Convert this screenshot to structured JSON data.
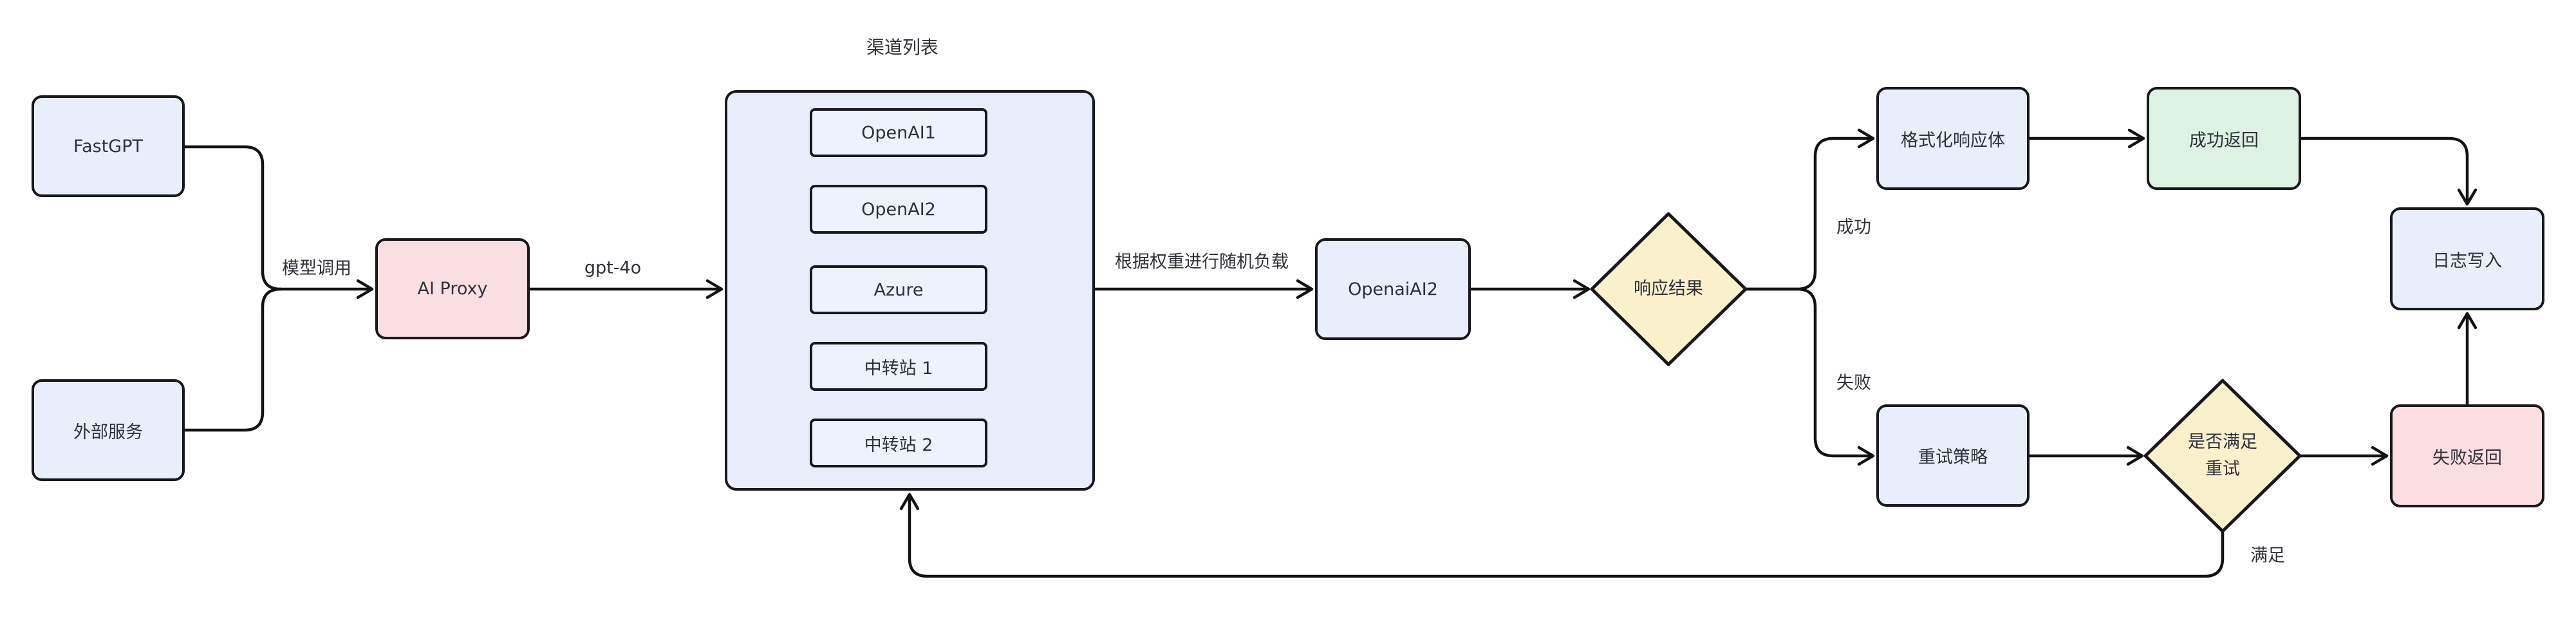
{
  "diagram": {
    "container": {
      "title": "渠道列表"
    },
    "nodes": {
      "fastgpt": {
        "label": "FastGPT"
      },
      "external": {
        "label": "外部服务"
      },
      "aiproxy": {
        "label": "AI Proxy"
      },
      "openaiai2": {
        "label": "OpenaiAI2"
      },
      "resp_result": {
        "label": "响应结果"
      },
      "format_body": {
        "label": "格式化响应体"
      },
      "success_ret": {
        "label": "成功返回"
      },
      "log_write": {
        "label": "日志写入"
      },
      "retry_policy": {
        "label": "重试策略"
      },
      "retry_check": {
        "line1": "是否满足",
        "line2": "重试"
      },
      "fail_ret": {
        "label": "失败返回"
      }
    },
    "channels": [
      "OpenAI1",
      "OpenAI2",
      "Azure",
      "中转站 1",
      "中转站 2"
    ],
    "edges": [
      {
        "from": "FastGPT",
        "to": "AI Proxy",
        "label": "模型调用"
      },
      {
        "from": "外部服务",
        "to": "AI Proxy",
        "label": "模型调用"
      },
      {
        "from": "AI Proxy",
        "to": "渠道列表",
        "label": "gpt-4o"
      },
      {
        "from": "渠道列表",
        "to": "OpenaiAI2",
        "label": "根据权重进行随机负载"
      },
      {
        "from": "OpenaiAI2",
        "to": "响应结果",
        "label": ""
      },
      {
        "from": "响应结果",
        "to": "格式化响应体",
        "label": "成功"
      },
      {
        "from": "响应结果",
        "to": "重试策略",
        "label": "失败"
      },
      {
        "from": "格式化响应体",
        "to": "成功返回",
        "label": ""
      },
      {
        "from": "成功返回",
        "to": "日志写入",
        "label": ""
      },
      {
        "from": "重试策略",
        "to": "是否满足重试",
        "label": ""
      },
      {
        "from": "是否满足重试",
        "to": "失败返回",
        "label": ""
      },
      {
        "from": "失败返回",
        "to": "日志写入",
        "label": ""
      },
      {
        "from": "是否满足重试",
        "to": "渠道列表",
        "label": "满足"
      }
    ],
    "colors": {
      "blue": "#e9eefb",
      "inner": "#eef2fc",
      "container": "#e8edf9",
      "pink": "#fbdee2",
      "green": "#ddf2e3",
      "yellow": "#fbf0cc",
      "border": "#18181c",
      "line": "#121212",
      "text": "#2e3138"
    }
  }
}
